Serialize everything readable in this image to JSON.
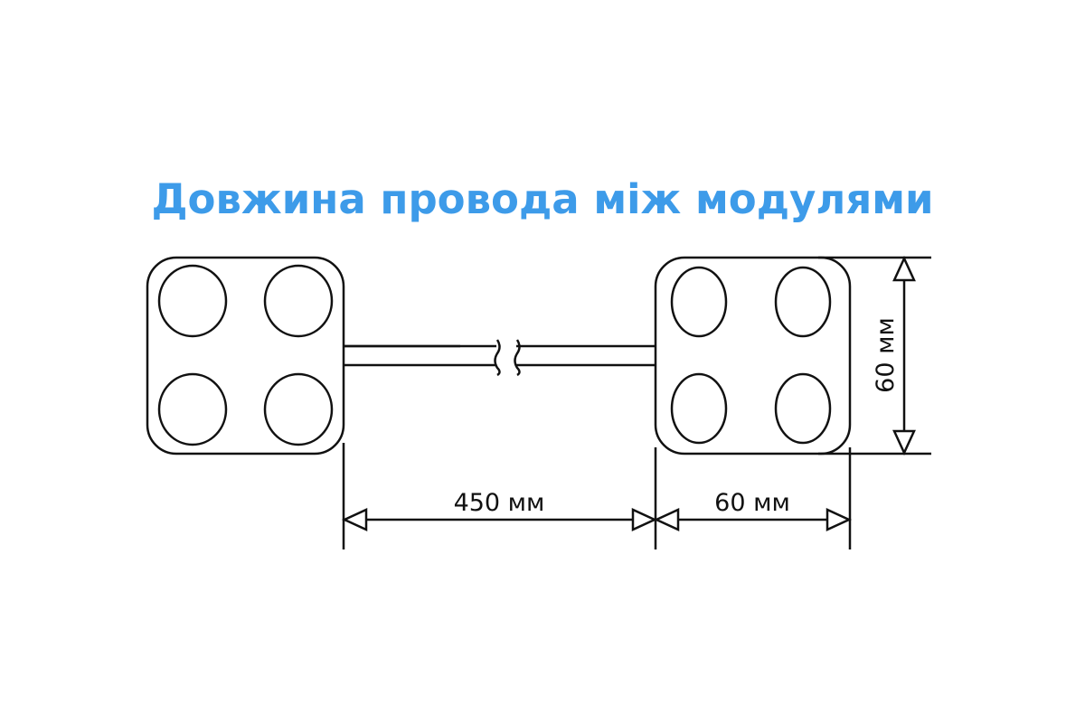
{
  "title": "Довжина провода між модулями",
  "colors": {
    "title": "#3d9be9",
    "line": "#111111"
  },
  "dimensions": {
    "wire_length": "450 мм",
    "module_width": "60 мм",
    "module_height": "60 мм"
  }
}
